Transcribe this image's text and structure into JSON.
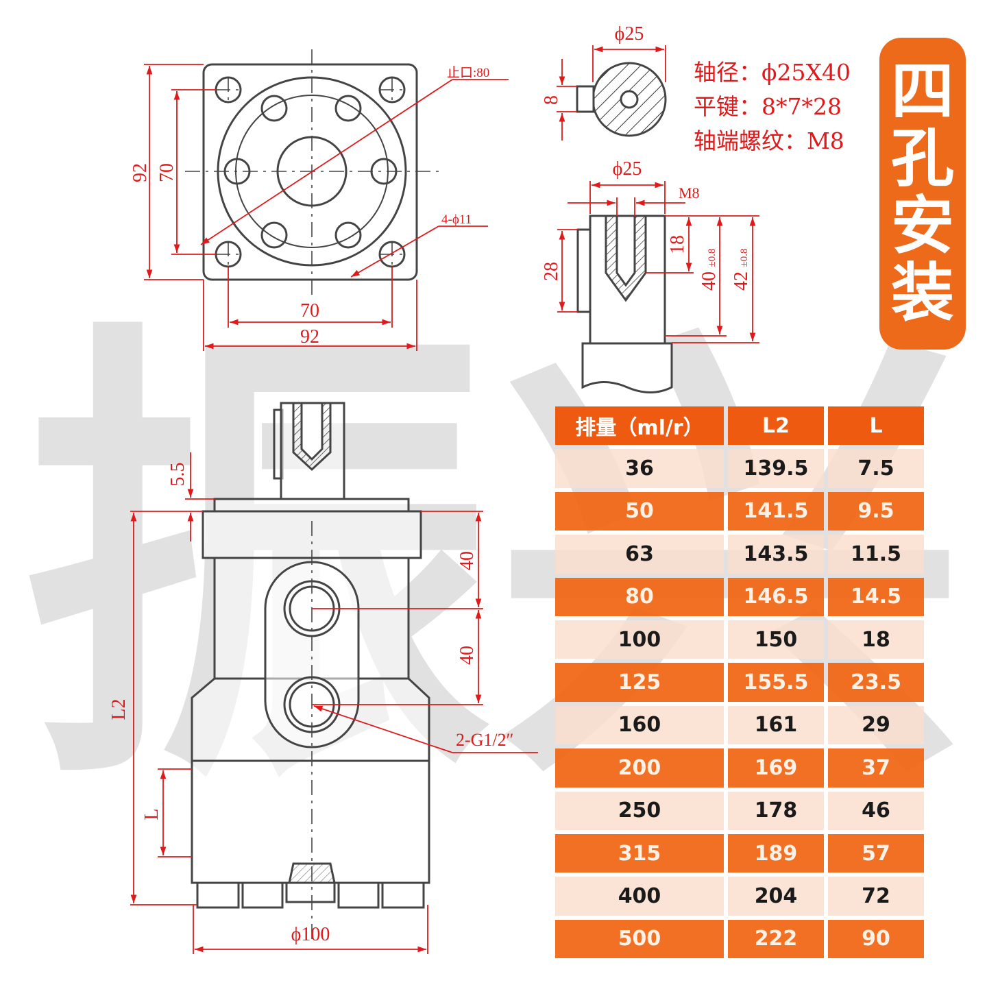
{
  "watermark": "振兴",
  "badge": {
    "chars": [
      "四",
      "孔",
      "安",
      "装"
    ],
    "color": "#ee6a1b"
  },
  "specs": {
    "shaft_diameter": "轴径：ϕ25X40",
    "flat_key": "平键：8*7*28",
    "shaft_thread": "轴端螺纹：M8"
  },
  "flange_view": {
    "width_outer": "92",
    "width_bolt": "70",
    "height_outer": "92",
    "height_bolt": "70",
    "spigot": "止口:80",
    "holes": "4-ϕ11"
  },
  "shaft_section": {
    "diameter": "ϕ25",
    "key_width": "8"
  },
  "shaft_side": {
    "diameter": "ϕ25",
    "thread": "M8",
    "key_length": "28",
    "thread_depth": "18",
    "length_40": "40",
    "length_40_tol": "±0.8",
    "length_42": "42",
    "length_42_tol": "±0.8"
  },
  "body_view": {
    "flange_offset": "5.5",
    "port_spacing_top": "40",
    "port_spacing_bottom": "40",
    "ports": "2-G1/2″",
    "overall_length": "L2",
    "length_l": "L",
    "body_diameter": "ϕ100"
  },
  "colors": {
    "dimension": "#e01a1a",
    "table_header": "#ee5b10",
    "table_dark_row": "#f06410",
    "table_light_row": "#fadecc"
  },
  "table": {
    "headers": [
      "排量（ml/r）",
      "L2",
      "L"
    ],
    "rows": [
      [
        "36",
        "139.5",
        "7.5"
      ],
      [
        "50",
        "141.5",
        "9.5"
      ],
      [
        "63",
        "143.5",
        "11.5"
      ],
      [
        "80",
        "146.5",
        "14.5"
      ],
      [
        "100",
        "150",
        "18"
      ],
      [
        "125",
        "155.5",
        "23.5"
      ],
      [
        "160",
        "161",
        "29"
      ],
      [
        "200",
        "169",
        "37"
      ],
      [
        "250",
        "178",
        "46"
      ],
      [
        "315",
        "189",
        "57"
      ],
      [
        "400",
        "204",
        "72"
      ],
      [
        "500",
        "222",
        "90"
      ]
    ]
  }
}
